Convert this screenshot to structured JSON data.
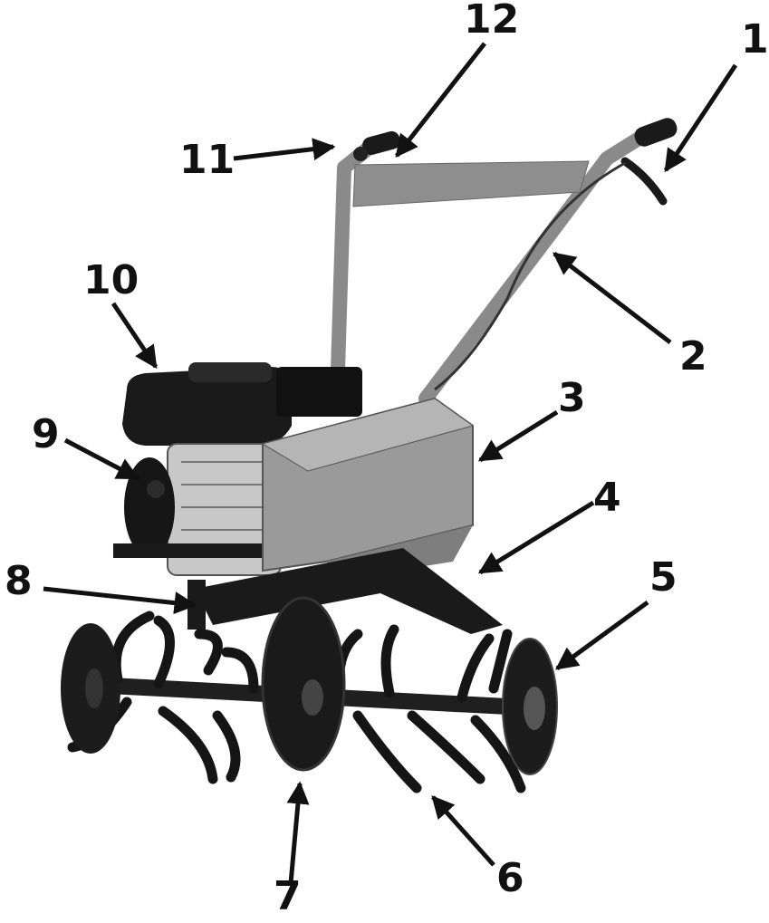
{
  "callouts": [
    {
      "id": "1",
      "text": "1"
    },
    {
      "id": "2",
      "text": "2"
    },
    {
      "id": "3",
      "text": "3"
    },
    {
      "id": "4",
      "text": "4"
    },
    {
      "id": "5",
      "text": "5"
    },
    {
      "id": "6",
      "text": "6"
    },
    {
      "id": "7",
      "text": "7"
    },
    {
      "id": "8",
      "text": "8"
    },
    {
      "id": "9",
      "text": "9"
    },
    {
      "id": "10",
      "text": "10"
    },
    {
      "id": "11",
      "text": "11"
    },
    {
      "id": "12",
      "text": "12"
    }
  ],
  "colors": {
    "ink": "#111111",
    "handle": "#8a8a8a",
    "metal": "#9a9a9a",
    "engine": "#1c1c1c",
    "blade": "#151515"
  }
}
